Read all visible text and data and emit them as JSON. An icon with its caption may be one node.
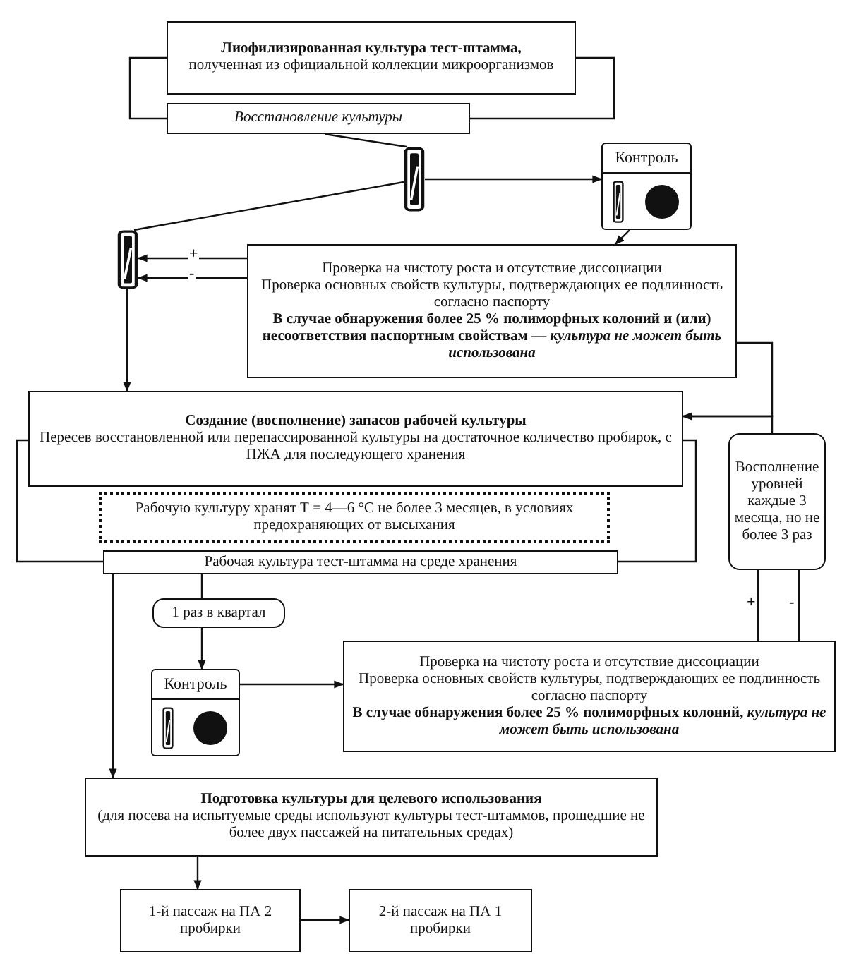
{
  "diagram": {
    "nodes": [
      {
        "text": [
          "Лиофилизированная культура тест-штамма,",
          "полученная из официальной коллекции микроорганизмов"
        ]
      },
      {
        "text": [
          "Восстановление культуры"
        ]
      },
      {
        "text": [],
        "shape": "picture"
      },
      {
        "text": [
          "Контроль"
        ]
      },
      {
        "text": [],
        "shape": "picture"
      },
      {
        "text": [
          "Проверка на чистоту роста и отсутствие диссоциации",
          "Проверка основных свойств культуры, подтверждающих ее подлинность согласно паспорту",
          "В случае обнаружения более 25 % полиморфных колоний и (или) несоответствия паспортным свойствам — *культура не может быть использована*"
        ]
      },
      {
        "text": [
          "Создание (восполнение) запасов рабочей культуры",
          "Пересев восстановленной или перепассированной культуры на достаточное количество пробирок, с ПЖА для последующего хранения"
        ]
      },
      {
        "text": [
          "Рабочую культуру хранят Т = 4—6 °С не более 3 месяцев, в условиях предохраняющих от высыхания"
        ]
      },
      {
        "text": [
          "Рабочая культура тест-штамма на среде хранения"
        ]
      },
      {
        "text": [
          "Восполнение уровней каждые 3 месяца, но не более 3 раз"
        ]
      },
      {
        "text": [
          "1 раз в квартал"
        ]
      },
      {
        "text": [
          "Контроль"
        ]
      },
      {
        "text": [
          "Проверка на чистоту роста и отсутствие диссоциации",
          "Проверка основных свойств культуры, подтверждающих ее подлинность согласно паспорту",
          "В случае обнаружения более 25 % полиморфных колоний, *культура не может быть использована*"
        ]
      },
      {
        "text": [
          "Подготовка культуры для целевого использования",
          "(для посева на испытуемые среды используют культуры тест-штаммов, прошедшие не более двух пассажей на питательных средах)"
        ]
      },
      {
        "text": [
          "1-й пассаж на ПА 2 пробирки"
        ]
      },
      {
        "text": [
          "2-й пассаж на ПА 1 пробирки"
        ]
      }
    ],
    "edges": [
      {
        "from": 0,
        "to": 1,
        "arrow": "none"
      },
      {
        "from": 0,
        "to": 1,
        "arrow": "none"
      },
      {
        "from": 1,
        "to": 2,
        "arrow": "none"
      },
      {
        "from": 2,
        "to": 3,
        "arrow": "to"
      },
      {
        "from": 2,
        "to": 4,
        "arrow": "none"
      },
      {
        "from": 3,
        "to": 5,
        "arrow": "to"
      },
      {
        "from": 5,
        "to": 4,
        "arrow": "to",
        "label": "+"
      },
      {
        "from": 5,
        "to": 4,
        "arrow": "to",
        "label": "-"
      },
      {
        "from": 4,
        "to": 6,
        "arrow": "to"
      },
      {
        "from": 5,
        "to": 6,
        "arrow": "to"
      },
      {
        "from": 9,
        "to": 6,
        "arrow": "to"
      },
      {
        "from": 6,
        "to": 8,
        "arrow": "none"
      },
      {
        "from": 6,
        "to": 8,
        "arrow": "none"
      },
      {
        "from": 8,
        "to": 13,
        "arrow": "to"
      },
      {
        "from": 8,
        "to": 10,
        "arrow": "none"
      },
      {
        "from": 10,
        "to": 11,
        "arrow": "to"
      },
      {
        "from": 11,
        "to": 12,
        "arrow": "to"
      },
      {
        "from": 9,
        "to": 12,
        "arrow": "none",
        "label": "+"
      },
      {
        "from": 9,
        "to": 12,
        "arrow": "none",
        "label": "-"
      },
      {
        "from": 13,
        "to": 14,
        "arrow": "to"
      },
      {
        "from": 14,
        "to": 15,
        "arrow": "to"
      }
    ]
  }
}
